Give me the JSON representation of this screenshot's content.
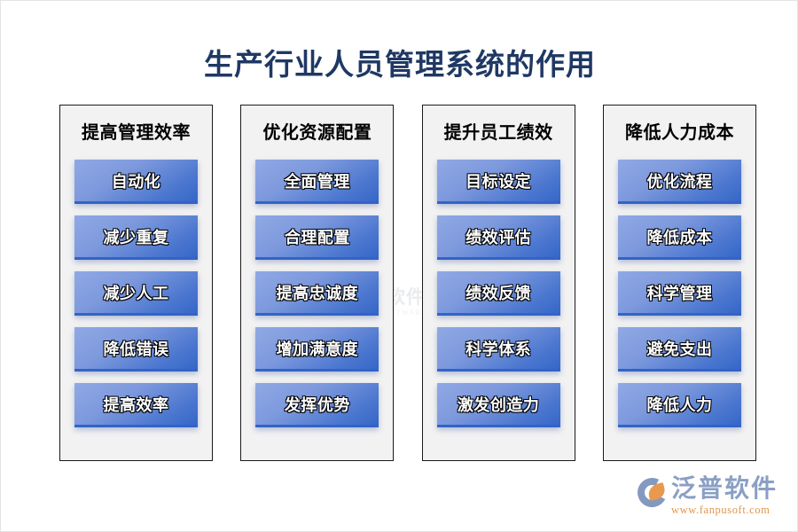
{
  "page": {
    "title": "生产行业人员管理系统的作用",
    "title_color": "#1f3864",
    "background_color": "#ffffff"
  },
  "columns": [
    {
      "header": "提高管理效率",
      "items": [
        "自动化",
        "减少重复",
        "减少人工",
        "降低错误",
        "提高效率"
      ]
    },
    {
      "header": "优化资源配置",
      "items": [
        "全面管理",
        "合理配置",
        "提高忠诚度",
        "增加满意度",
        "发挥优势"
      ]
    },
    {
      "header": "提升员工绩效",
      "items": [
        "目标设定",
        "绩效评估",
        "绩效反馈",
        "科学体系",
        "激发创造力"
      ]
    },
    {
      "header": "降低人力成本",
      "items": [
        "优化流程",
        "降低成本",
        "科学管理",
        "避免支出",
        "降低人力"
      ]
    }
  ],
  "item_style": {
    "gradient_top": "#90a9e4",
    "gradient_bottom": "#3567c8",
    "text_color": "#ffffff"
  },
  "watermark": {
    "name_cn": "泛普软件",
    "name_en": "FANPU SOFTWARE"
  },
  "logo": {
    "name_cn": "泛普软件",
    "url": "www.fanpusoft.com",
    "mark_ring_color": "#8399c0",
    "mark_leaf_color": "#e8994e",
    "text_color": "#8b9fc4",
    "url_color": "#e1954c"
  }
}
